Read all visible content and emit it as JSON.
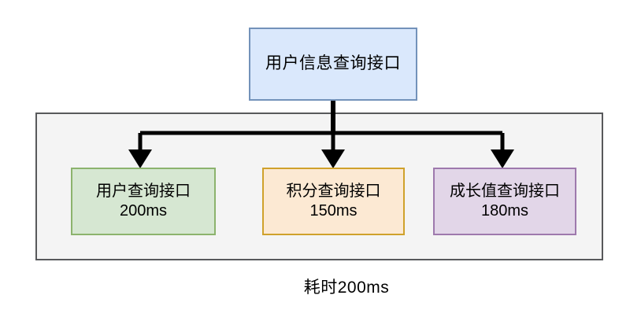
{
  "diagram": {
    "type": "flow-fanout",
    "caption": "耗时200ms",
    "root": {
      "label": "用户信息查询接口",
      "fill": "#dae8fc",
      "stroke": "#7392ba"
    },
    "group": {
      "fill": "#f4f4f4",
      "stroke": "#58595b"
    },
    "leaves": [
      {
        "name": "user-query-api",
        "label": "用户查询接口",
        "latency": "200ms",
        "fill": "#d6e7d2",
        "stroke": "#8cb36d"
      },
      {
        "name": "points-query-api",
        "label": "积分查询接口",
        "latency": "150ms",
        "fill": "#fce9d3",
        "stroke": "#cfa12b"
      },
      {
        "name": "growth-query-api",
        "label": "成长值查询接口",
        "latency": "180ms",
        "fill": "#e2d6e8",
        "stroke": "#9e79ad"
      }
    ],
    "connector_color": "#000000"
  }
}
